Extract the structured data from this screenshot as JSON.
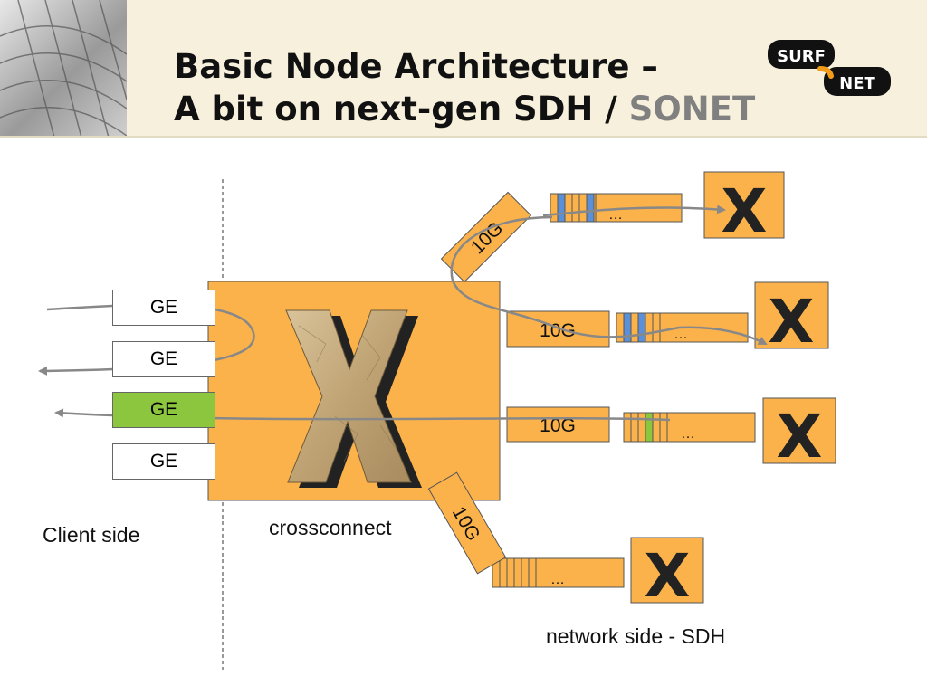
{
  "slide": {
    "title_line1": "Basic Node Architecture –",
    "title_line2_prefix": "A bit on next-gen SDH / ",
    "title_line2_accent": "SONET",
    "logo_top": "SURF",
    "logo_bottom": "NET"
  },
  "diagram": {
    "client_ports": [
      "GE",
      "GE",
      "GE",
      "GE"
    ],
    "active_client_port": "GE",
    "network_ports": [
      "10G",
      "10G",
      "10G",
      "10G"
    ],
    "crossconnect_symbol": "X",
    "queue_ellipsis": "…",
    "client_side_label": "Client side",
    "crossconnect_label": "crossconnect",
    "network_side_label": "network side - SDH"
  },
  "colors": {
    "orange": "#fbb24b",
    "highlight_green": "#8cc63f",
    "slot_blue": "#5b8fd8",
    "arrow_gray": "#888888"
  }
}
